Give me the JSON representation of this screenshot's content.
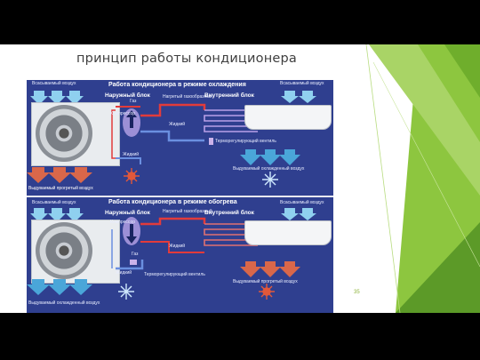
{
  "slide": {
    "title": "принцип работы кондиционера",
    "page_number": "35"
  },
  "cooling": {
    "header": "Работа кондиционера в режиме охлаждения",
    "outdoor_unit": "Наружный блок",
    "indoor_unit": "Внутренний блок",
    "intake_left": "Всасываемый воздух",
    "intake_right": "Всасываемый воздух",
    "gas": "Газ",
    "liquid_left": "Жидкий",
    "compressor": "Компрессор",
    "pipe_hot_gas": "Нагретый газообразный",
    "liquid_mid": "Жидкий",
    "valve": "Терморегулирующий вентиль",
    "exhaust_hot": "Выдуваемый прогретый воздух",
    "exhaust_cold": "Выдуваемый охлажденный воздух"
  },
  "heating": {
    "header": "Работа кондиционера в режиме обогрева",
    "outdoor_unit": "Наружный блок",
    "indoor_unit": "Внутренний блок",
    "intake_left": "Всасываемый воздух",
    "intake_right": "Всасываемый воздух",
    "gas": "Газ",
    "liquid_left": "Жидкий",
    "compressor": "Компрессор",
    "pipe_hot_gas": "Нагретый газообразный",
    "liquid_mid": "Жидкий",
    "valve": "Терморегулирующий вентиль",
    "exhaust_hot": "Выдуваемый прогретый воздух",
    "exhaust_cold": "Выдуваемый охлажденный воздух"
  },
  "colors": {
    "panel_bg": "#2f3f8f",
    "hot_pipe": "#e23b3b",
    "cold_pipe": "#6a8fe0",
    "hot_arrow": "#d9674a",
    "cold_arrow": "#4aa6d9",
    "accent_green": "#8dc63f"
  }
}
